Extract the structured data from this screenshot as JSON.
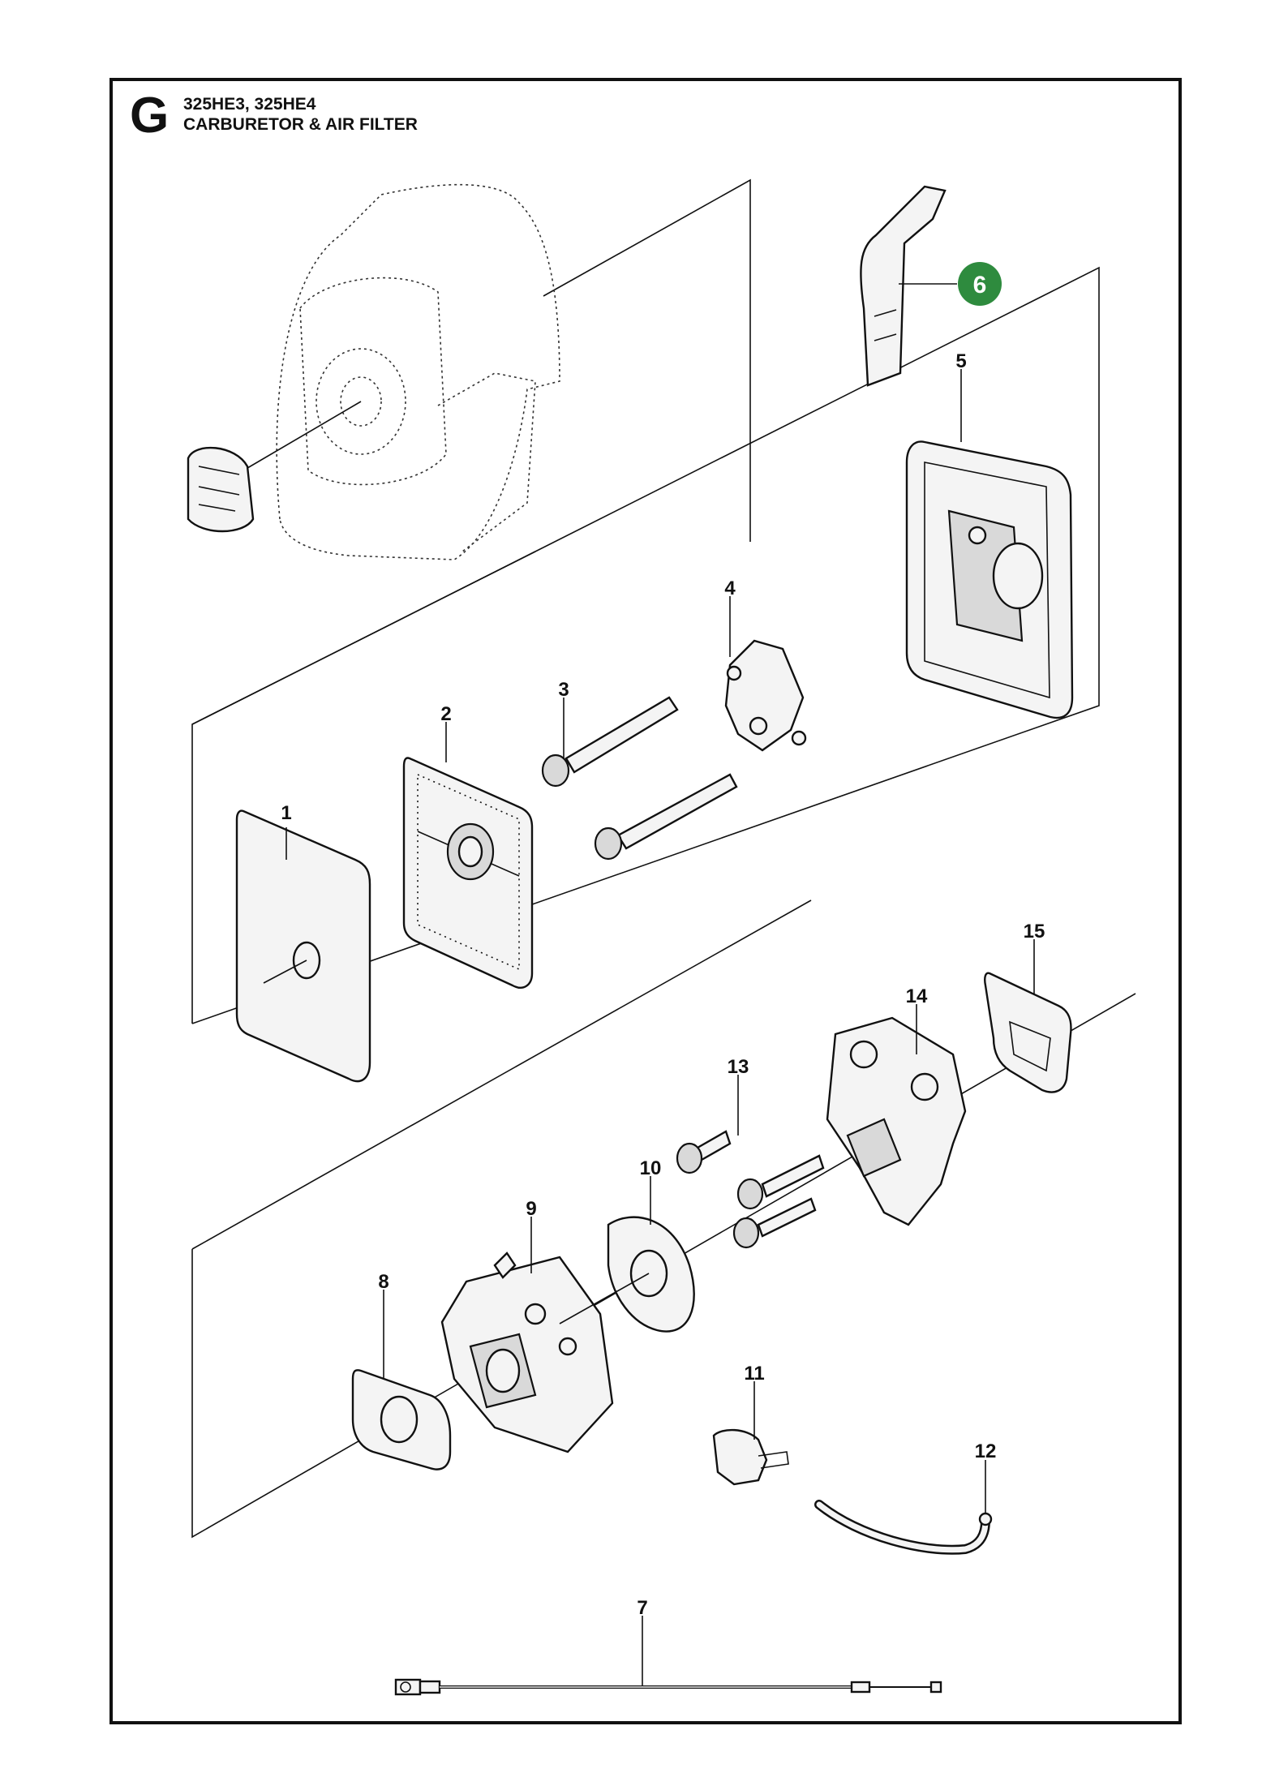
{
  "header": {
    "section_letter": "G",
    "models": "325HE3, 325HE4",
    "title": "CARBURETOR & AIR FILTER"
  },
  "callouts": [
    {
      "id": "1",
      "label": "1"
    },
    {
      "id": "2",
      "label": "2"
    },
    {
      "id": "3",
      "label": "3"
    },
    {
      "id": "4",
      "label": "4"
    },
    {
      "id": "5",
      "label": "5"
    },
    {
      "id": "6",
      "label": "6",
      "highlighted": true
    },
    {
      "id": "7",
      "label": "7"
    },
    {
      "id": "8",
      "label": "8"
    },
    {
      "id": "9",
      "label": "9"
    },
    {
      "id": "10",
      "label": "10"
    },
    {
      "id": "11",
      "label": "11"
    },
    {
      "id": "12",
      "label": "12"
    },
    {
      "id": "13",
      "label": "13"
    },
    {
      "id": "14",
      "label": "14"
    },
    {
      "id": "15",
      "label": "15"
    }
  ],
  "colors": {
    "highlight": "#2e8b3e",
    "ink": "#111111"
  }
}
